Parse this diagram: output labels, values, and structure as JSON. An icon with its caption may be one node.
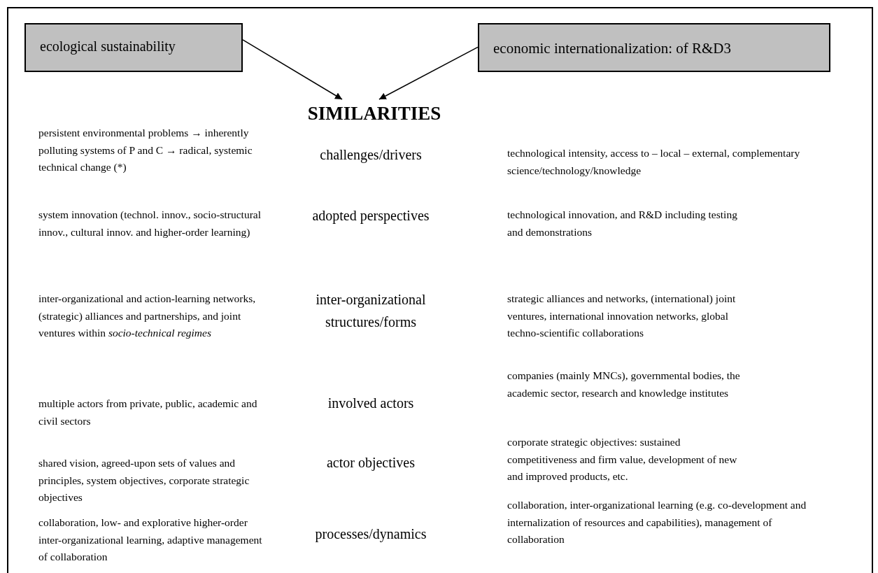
{
  "diagram": {
    "nodes": [
      {
        "text": [
          "ecological sustainability"
        ]
      },
      {
        "text": [
          "economic internationalization: of R&D3"
        ]
      },
      {
        "text": [
          "SIMILARITIES"
        ]
      }
    ],
    "edges": [
      {
        "from": 0,
        "to": 2,
        "arrow": "to"
      },
      {
        "from": 1,
        "to": 2,
        "arrow": "to"
      }
    ],
    "labels": [
      "persistent environmental problems → inherently polluting systems of P and C → radical, systemic technical change (*)",
      "challenges/drivers",
      "technological intensity, access to – local – external, complementary science/technology/knowledge",
      "system innovation (technol. innov., socio-structural innov., cultural innov. and higher-order learning)",
      "adopted perspectives",
      "technological innovation, and R&D including testing and demonstrations",
      "inter-organizational and action-learning networks, (strategic) alliances and partnerships, and joint ventures within *socio-technical regimes*",
      "inter-organizational structures/forms",
      "strategic alliances and networks, (international) joint ventures, international innovation networks, global techno-scientific collaborations",
      "multiple actors from private, public, academic and civil sectors",
      "involved actors",
      "companies (mainly MNCs), governmental bodies, the academic sector, research and knowledge institutes",
      "shared vision, agreed-upon sets of values and principles, system objectives, corporate strategic objectives",
      "actor objectives",
      "corporate strategic objectives: sustained competitiveness and firm value, development of new and improved products, etc.",
      "collaboration, low- and explorative higher-order inter-organizational learning, adaptive management of collaboration",
      "processes/dynamics",
      "collaboration, inter-organizational learning (e.g. co-development and internalization of resources and capabilities), management of collaboration"
    ]
  }
}
